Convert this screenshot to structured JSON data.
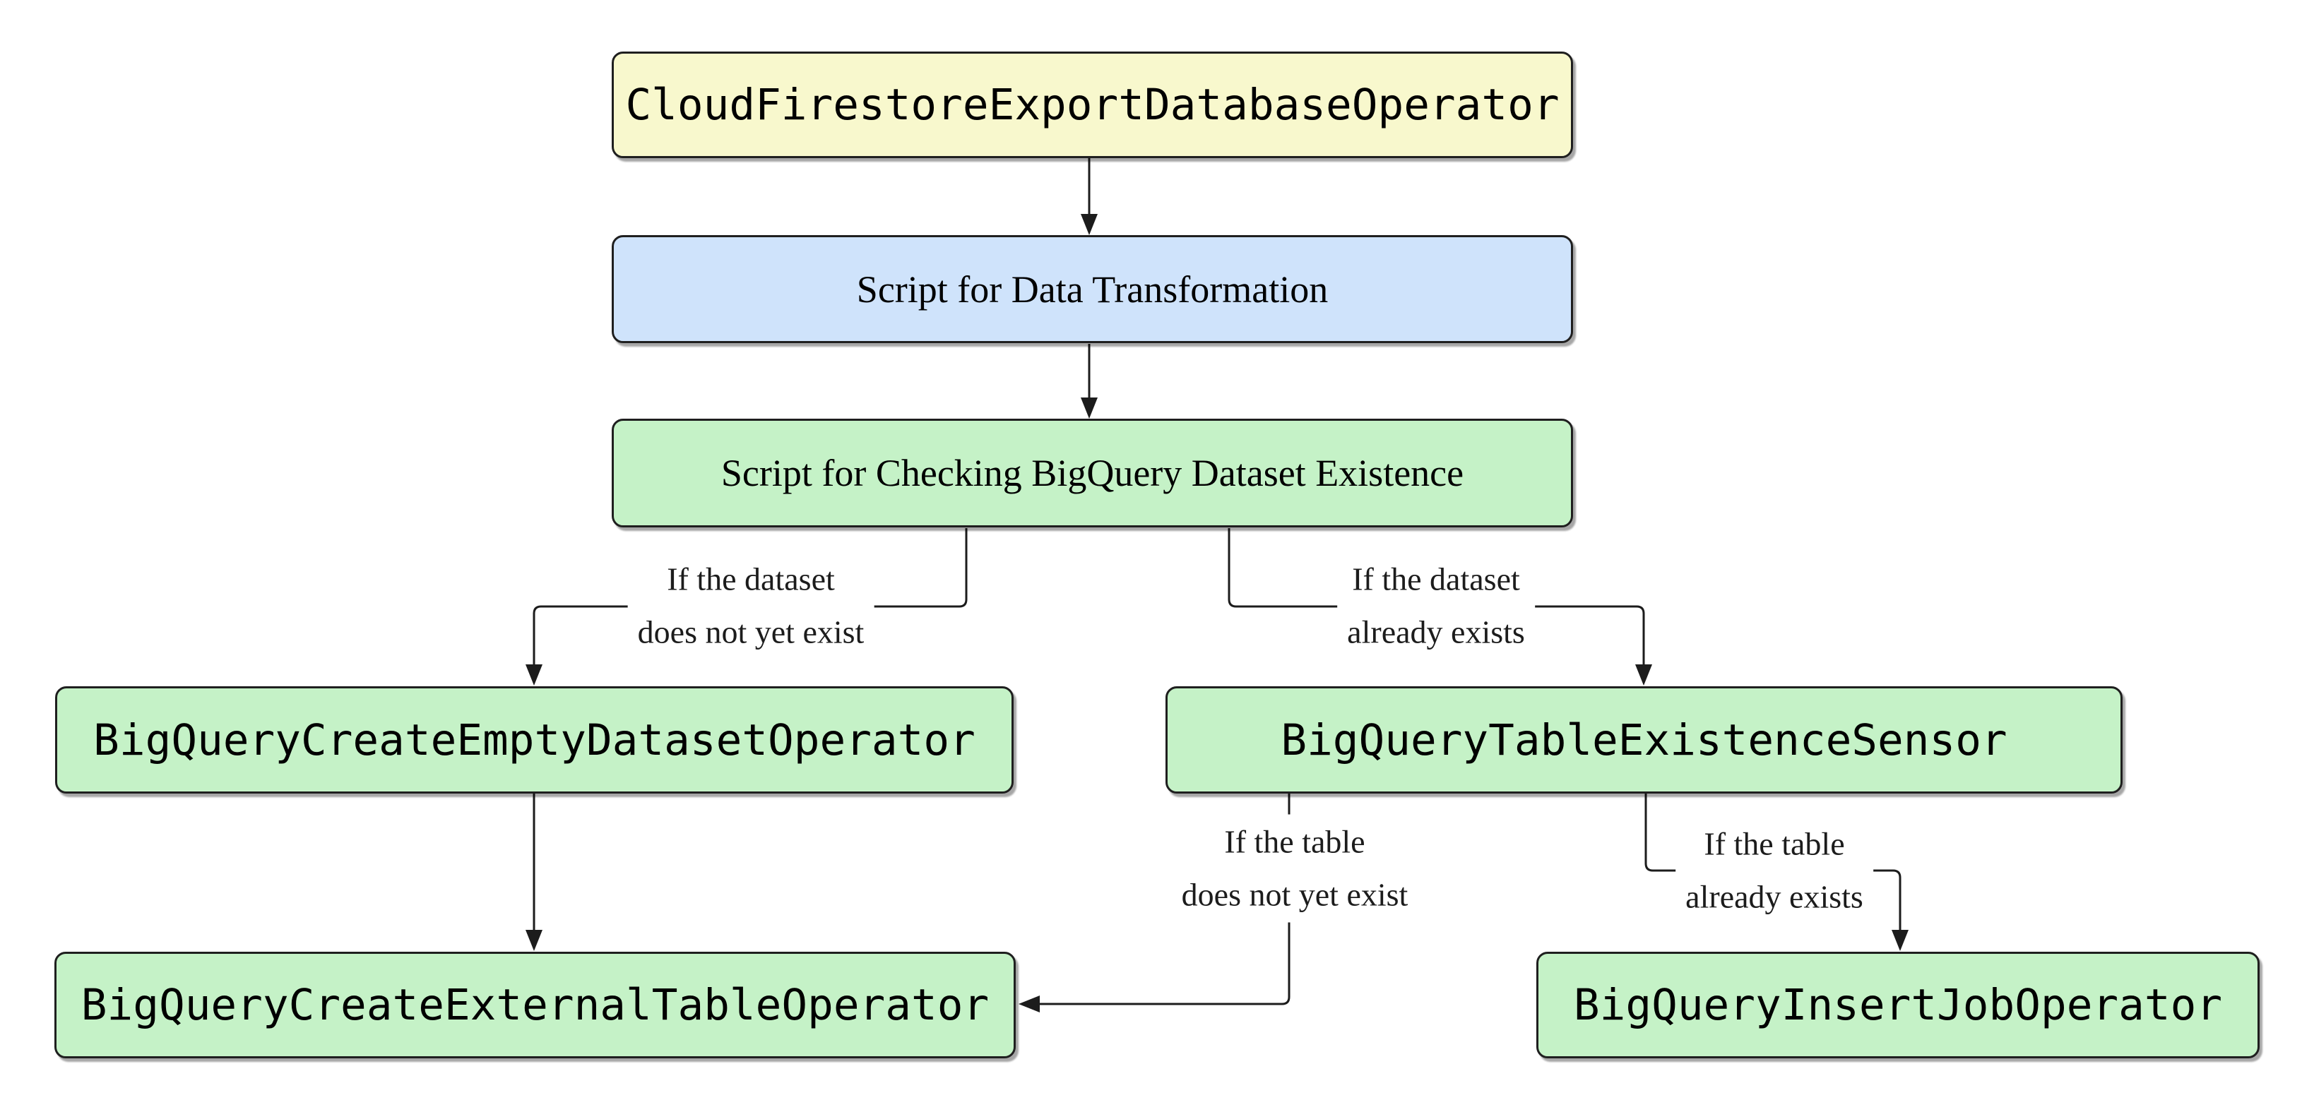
{
  "diagram": {
    "title": "Firestore to BigQuery pipeline flowchart",
    "colors": {
      "background": "#ffffff",
      "border": "#1f1f1f",
      "edge": "#1c1c1c",
      "node_yellow": "#f8f8cd",
      "node_blue": "#cfe3fb",
      "node_green": "#c5f2c7"
    },
    "nodes": [
      {
        "id": "export",
        "label": "CloudFirestoreExportDatabaseOperator",
        "kind": "operator",
        "fill": "#f8f8cd"
      },
      {
        "id": "transform",
        "label": "Script for Data Transformation",
        "kind": "script",
        "fill": "#cfe3fb"
      },
      {
        "id": "check-dataset",
        "label": "Script for Checking BigQuery Dataset Existence",
        "kind": "script",
        "fill": "#c5f2c7"
      },
      {
        "id": "create-empty-dataset",
        "label": "BigQueryCreateEmptyDatasetOperator",
        "kind": "operator",
        "fill": "#c5f2c7"
      },
      {
        "id": "table-sensor",
        "label": "BigQueryTableExistenceSensor",
        "kind": "operator",
        "fill": "#c5f2c7"
      },
      {
        "id": "create-external-table",
        "label": "BigQueryCreateExternalTableOperator",
        "kind": "operator",
        "fill": "#c5f2c7"
      },
      {
        "id": "insert-job",
        "label": "BigQueryInsertJobOperator",
        "kind": "operator",
        "fill": "#c5f2c7"
      }
    ],
    "edge_labels": [
      {
        "id": "dataset-not-exist",
        "line1": "If the dataset",
        "line2": "does not yet exist"
      },
      {
        "id": "dataset-exists",
        "line1": "If the dataset",
        "line2": "already exists"
      },
      {
        "id": "table-not-exist",
        "line1": "If the table",
        "line2": "does not yet exist"
      },
      {
        "id": "table-exists",
        "line1": "If the table",
        "line2": "already exists"
      }
    ],
    "edges": [
      {
        "from": "export",
        "to": "transform"
      },
      {
        "from": "transform",
        "to": "check-dataset"
      },
      {
        "from": "check-dataset",
        "to": "create-empty-dataset",
        "label": "dataset-not-exist"
      },
      {
        "from": "check-dataset",
        "to": "table-sensor",
        "label": "dataset-exists"
      },
      {
        "from": "create-empty-dataset",
        "to": "create-external-table"
      },
      {
        "from": "table-sensor",
        "to": "create-external-table",
        "label": "table-not-exist"
      },
      {
        "from": "table-sensor",
        "to": "insert-job",
        "label": "table-exists"
      }
    ]
  }
}
